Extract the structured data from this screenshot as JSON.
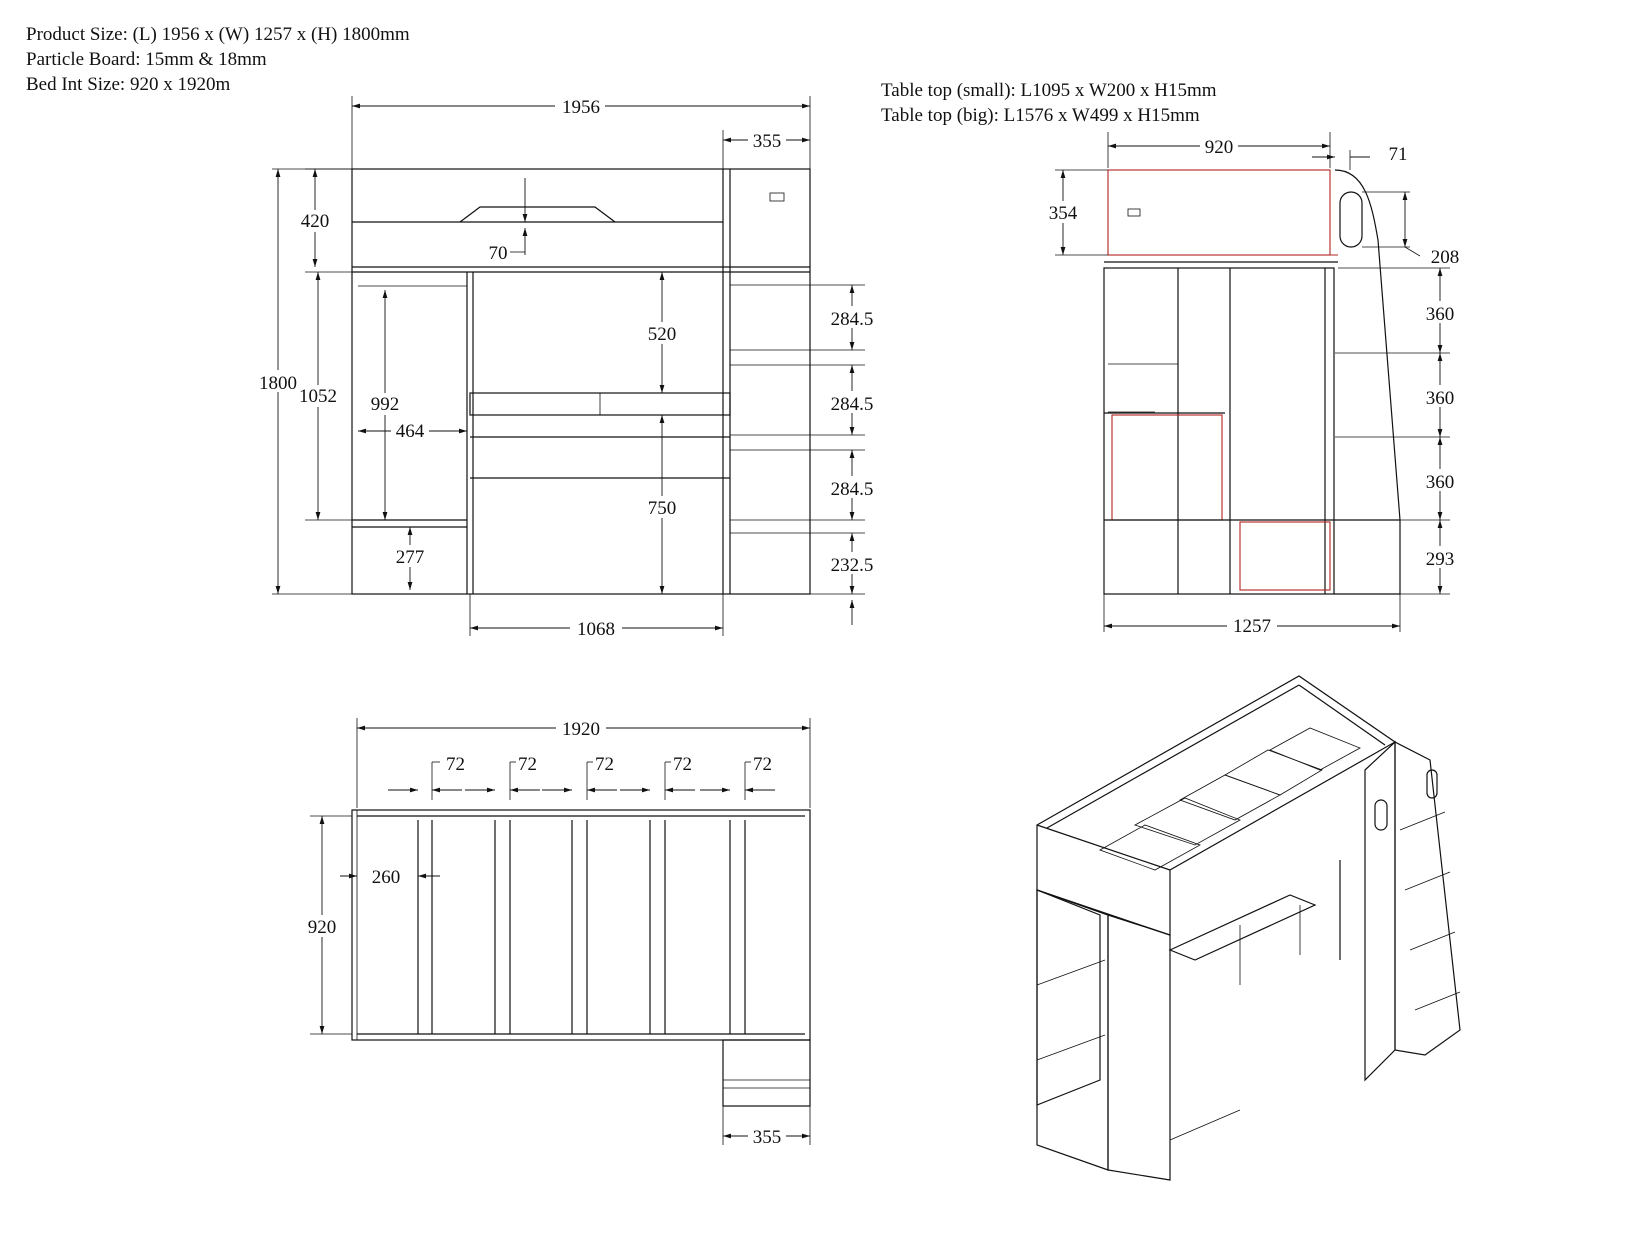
{
  "specs": {
    "product_size": "Product Size: (L) 1956 x (W) 1257 x (H) 1800mm",
    "particle_board": "Particle Board: 15mm & 18mm",
    "bed_int_size": "Bed Int Size: 920 x 1920m",
    "table_small": "Table top (small): L1095 x W200 x H15mm",
    "table_big": "Table top (big): L1576 x W499 x H15mm"
  },
  "front_view": {
    "overall_length": "1956",
    "ladder_width": "355",
    "rail_height": "420",
    "cutout_depth": "70",
    "total_height": "1800",
    "under_bed_height": "1052",
    "wardrobe_height": "992",
    "wardrobe_width": "464",
    "shelf_height": "277",
    "desk_clearance": "520",
    "desk_height": "750",
    "desk_width": "1068",
    "step_1": "284.5",
    "step_2": "284.5",
    "step_3": "284.5",
    "step_4": "232.5"
  },
  "side_view": {
    "bed_width": "920",
    "ladder_offset": "71",
    "rail_height": "354",
    "handle_height": "208",
    "overall_width": "1257",
    "shelf_1": "360",
    "shelf_2": "360",
    "shelf_3": "360",
    "shelf_4": "293"
  },
  "top_view": {
    "bed_length": "1920",
    "slat_1": "72",
    "slat_2": "72",
    "slat_3": "72",
    "slat_4": "72",
    "slat_5": "72",
    "slat_gap": "260",
    "bed_width": "920",
    "ladder_width": "355"
  }
}
